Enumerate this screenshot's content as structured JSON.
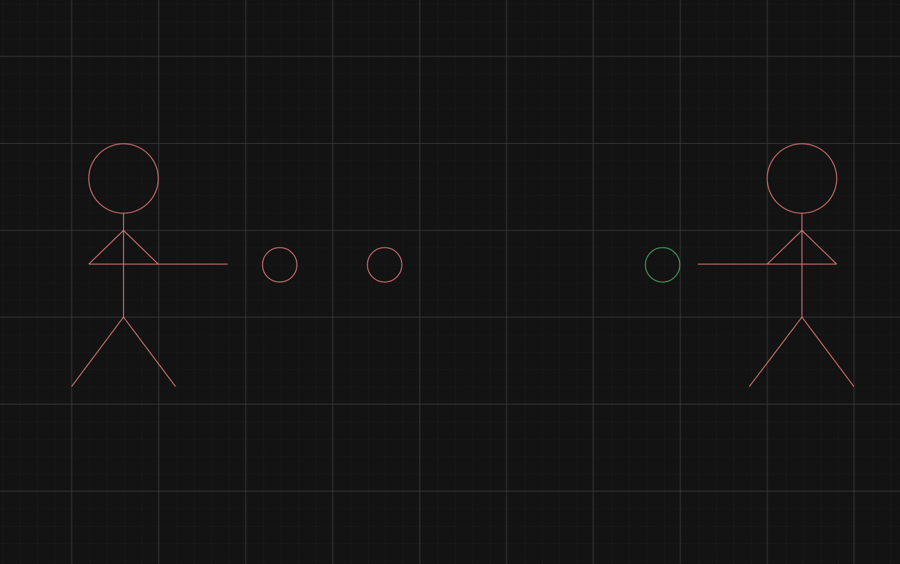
{
  "canvas": {
    "background": "#131313",
    "major_grid_color": "#3b3b3b",
    "minor_grid_color": "#262626",
    "grid": true
  },
  "colors": {
    "figure_stroke": "#e87a7a",
    "ball_stroke_in_flight": "#e87a7a",
    "ball_stroke_incoming": "#4caf63"
  },
  "figures": [
    {
      "name": "stick-figure-left",
      "facing": "right",
      "arm_extended": true
    },
    {
      "name": "stick-figure-right",
      "facing": "left",
      "arm_extended": true
    }
  ],
  "balls": [
    {
      "name": "ball-1",
      "state": "in-flight",
      "color_key": "ball_stroke_in_flight"
    },
    {
      "name": "ball-2",
      "state": "in-flight",
      "color_key": "ball_stroke_in_flight"
    },
    {
      "name": "ball-3",
      "state": "incoming",
      "color_key": "ball_stroke_incoming"
    }
  ]
}
